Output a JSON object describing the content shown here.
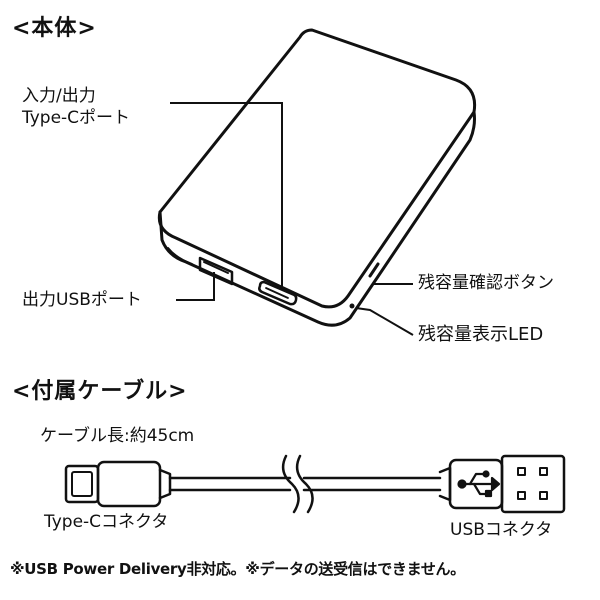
{
  "sections": {
    "main_body": "<本体>",
    "included_cable": "<付属ケーブル>"
  },
  "callouts": {
    "type_c_port_line1": "入力/出力",
    "type_c_port_line2": "Type-Cポート",
    "usb_output_port": "出力USBポート",
    "battery_check_button": "残容量確認ボタン",
    "battery_led": "残容量表示LED"
  },
  "cable": {
    "length_label": "ケーブル長:約45cm",
    "type_c_connector": "Type-Cコネクタ",
    "usb_connector": "USBコネクタ"
  },
  "footnote": "※USB Power Delivery非対応。※データの送受信はできません。",
  "colors": {
    "line": "#111111",
    "background": "#ffffff"
  },
  "icons": [
    "usb-trident-icon"
  ]
}
